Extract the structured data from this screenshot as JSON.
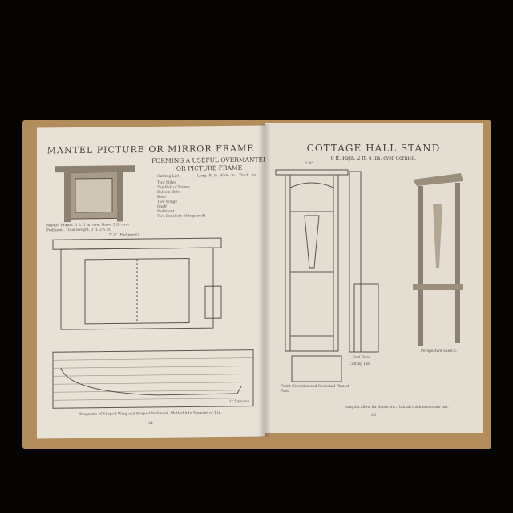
{
  "left_page": {
    "title": "MANTEL PICTURE OR MIRROR FRAME",
    "subtitle_1": "FORMING A USEFUL OVERMANTEL",
    "subtitle_2": "OR PICTURE FRAME",
    "cutting_list": {
      "heading": "Cutting List",
      "columns": [
        "Long. ft. in.",
        "Wide. in.",
        "Thick. ins."
      ],
      "items": [
        "Two Stiles",
        "Top Rail of Frame",
        "Bottom ditto",
        "Base",
        "Two Wings",
        "Shelf",
        "Pediment",
        "Two Brackets (if required)"
      ]
    },
    "caption": "Mantel Frame. 3 ft. 1 in. over Base; 3 ft. over Pediment. Total Height, 3 ft. 2¼ in.",
    "dimension_top": "5' 0\" (Pediment)",
    "diagram_caption": "Diagrams of Shaped Wing and Shaped Pediment, Plotted into Squares of 1 in.",
    "square_label": "1\" Squares",
    "page_number": "24"
  },
  "right_page": {
    "title": "COTTAGE HALL STAND",
    "subtitle": "6 ft. High. 2 ft. 4 ins. over Cornice.",
    "dimension_top": "2' 4\"",
    "front_caption": "Front Elevation and Sectional Plan of Foot.",
    "end_caption": "End View.",
    "perspective_caption": "Perspective Sketch.",
    "cutting_list_heading": "Cutting List",
    "footnote": "Lengths allow for joints, etc., but all thicknesses are net.",
    "page_number": "25"
  },
  "colors": {
    "background": "#050403",
    "cover": "#b38c5c",
    "paper": "#e7e1d6",
    "ink": "#4a443c"
  }
}
